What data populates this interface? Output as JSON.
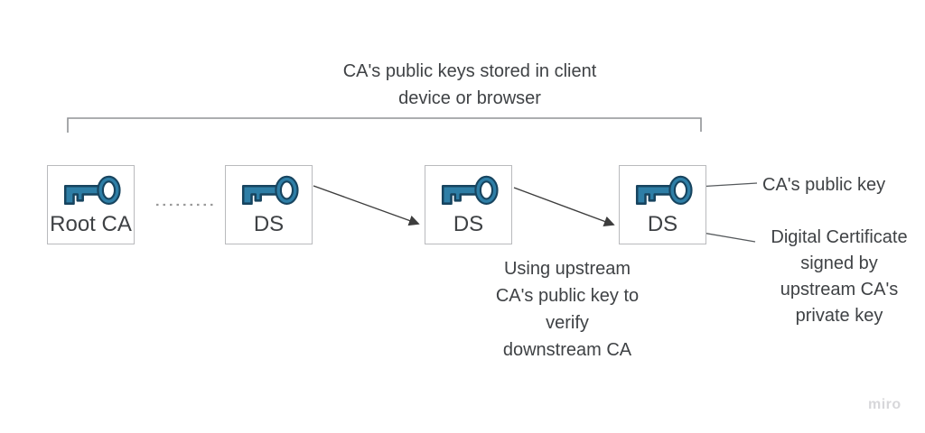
{
  "title": {
    "lines": [
      "CA's public keys stored in client",
      "device or browser"
    ]
  },
  "nodes": [
    {
      "label": "Root CA",
      "icon": "key-icon"
    },
    {
      "label": "DS",
      "icon": "key-icon"
    },
    {
      "label": "DS",
      "icon": "key-icon"
    },
    {
      "label": "DS",
      "icon": "key-icon"
    }
  ],
  "annotations": {
    "public_key_label": "CA's public key",
    "digital_certificate_lines": [
      "Digital Certificate",
      "signed by",
      "upstream CA's",
      "private key"
    ],
    "verify_lines": [
      "Using upstream",
      "CA's public key to",
      "verify",
      "downstream CA"
    ]
  },
  "watermark": "miro",
  "colors": {
    "key_fill": "#2e7ea6",
    "key_outline": "#17445f",
    "box_border": "#b9babd",
    "text": "#3f4245",
    "connector": "#3d3d3d",
    "bracket": "#909396",
    "dotted_line": "#9a9a9a",
    "watermark": "#d7d7da"
  }
}
